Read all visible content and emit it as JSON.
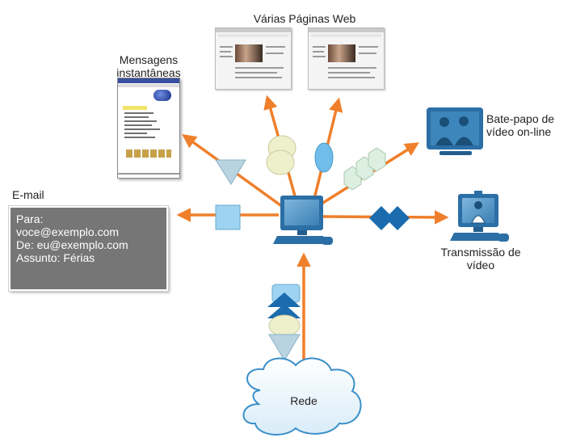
{
  "labels": {
    "web_pages": "Várias Páginas Web",
    "instant_messages_line1": "Mensagens",
    "instant_messages_line2": "instantâneas",
    "video_chat_line1": "Bate-papo de",
    "video_chat_line2": "vídeo on-line",
    "email": "E-mail",
    "video_stream_line1": "Transmissão de",
    "video_stream_line2": "vídeo",
    "network": "Rede"
  },
  "email_message": {
    "to": "Para:",
    "to_address": "voce@exemplo.com",
    "from": "De: eu@exemplo.com",
    "subject": "Assunto: Férias"
  },
  "colors": {
    "arrow": "#ef7f2a",
    "computer": "#2b6fa6",
    "cloud_stroke": "#3a8fc9",
    "shape_light_blue": "#9fd3f2",
    "shape_mint": "#dcefe0",
    "shape_cream": "#eef0cc",
    "shape_sky": "#6fbde8",
    "shape_dark_blue": "#1a6cae",
    "shape_gray_blue": "#b9d4e0"
  },
  "icons": [
    "computer-icon",
    "video-chat-icon",
    "video-stream-icon",
    "cloud-icon"
  ]
}
